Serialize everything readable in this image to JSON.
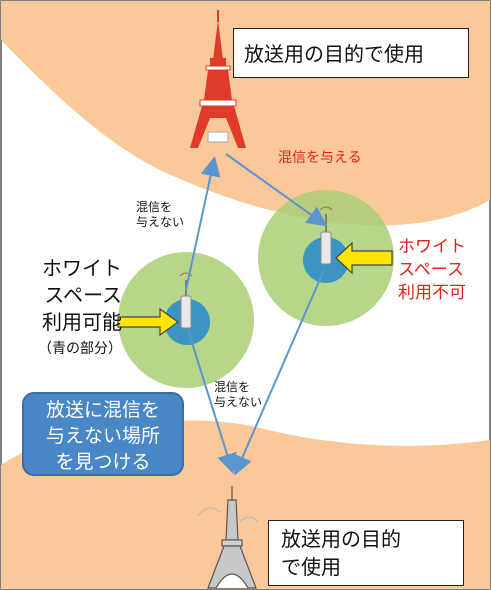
{
  "top_box": {
    "label": "放送用の目的で使用"
  },
  "bottom_box": {
    "line1": "放送用の目的",
    "line2": "で使用"
  },
  "interference": {
    "label": "混信を与える"
  },
  "no_interference_upper": {
    "line1": "混信を",
    "line2": "与えない"
  },
  "no_interference_lower": {
    "line1": "混信を",
    "line2": "与えない"
  },
  "left_space": {
    "line1": "ホワイト",
    "line2": "スペース",
    "line3": "利用可能",
    "line4": "（青の部分）"
  },
  "right_space": {
    "line1": "ホワイト",
    "line2": "スペース",
    "line3": "利用不可"
  },
  "callout": {
    "line1": "放送に混信を",
    "line2": "与えない場所",
    "line3": "を見つける"
  },
  "colors": {
    "broadcast_area": "#fbc89a",
    "coverage": "#a9cf76",
    "whitespace": "#3c94c4",
    "arrow": "#5b95cf",
    "alert": "#e0241c",
    "callout_bg": "#4a87c6"
  }
}
